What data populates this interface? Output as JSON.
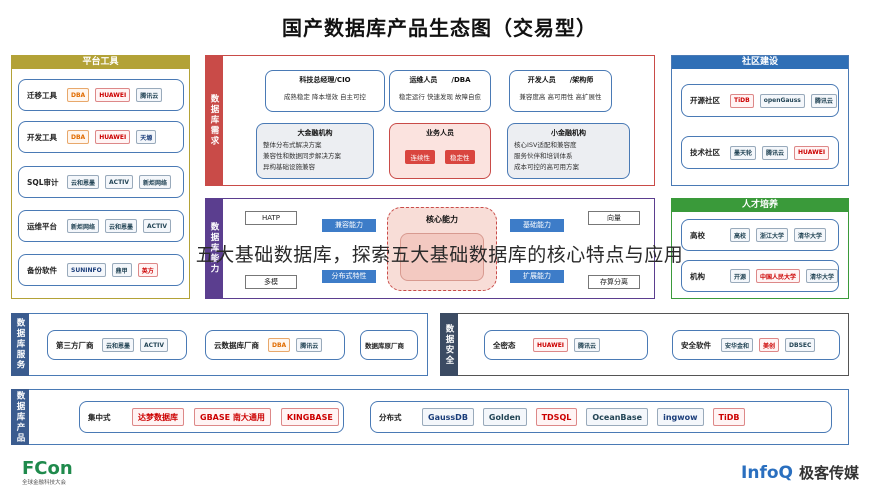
{
  "title": "国产数据库产品生态图（交易型）",
  "overlay_caption": "五大基础数据库，探索五大基础数据库的核心特点与应用",
  "platform_tools": {
    "header": "平台工具",
    "rows": [
      {
        "label": "迁移工具",
        "logos": [
          "DBA",
          "HUAWEI",
          "腾讯云"
        ]
      },
      {
        "label": "开发工具",
        "logos": [
          "DBA",
          "HUAWEI",
          "天塬"
        ]
      },
      {
        "label": "SQL审计",
        "logos": [
          "云和恩墨",
          "ACTIV",
          "新炬网络"
        ]
      },
      {
        "label": "运维平台",
        "logos": [
          "新炬网络",
          "云和恩墨",
          "ACTIV"
        ]
      },
      {
        "label": "备份软件",
        "logos": [
          "SUNINFO",
          "鼎甲",
          "英方"
        ]
      }
    ]
  },
  "demand": {
    "side": "数据库需求",
    "roles": [
      {
        "title": "科技总经理/CIO",
        "desc": "成熟稳定 降本增效 自主可控"
      },
      {
        "title": "运维人员　　/DBA",
        "desc": "稳定运行 快速发现 故障自愈"
      },
      {
        "title": "开发人员　　/架构师",
        "desc": "兼容度高 高可用性 高扩展性"
      }
    ],
    "big_finance": {
      "title": "大金融机构",
      "lines": [
        "整体分布式解决方案",
        "兼容性和数据同步解决方案",
        "异构基础设施兼容"
      ]
    },
    "business": {
      "title": "业务人员",
      "tags": [
        "连续性",
        "稳定性"
      ]
    },
    "small_finance": {
      "title": "小金融机构",
      "lines": [
        "核心ISV适配和兼容度",
        "服务伙伴和培训体系",
        "成本可控的高可用方案"
      ]
    }
  },
  "capability": {
    "side": "数据库能力",
    "left_top": "HATP",
    "left_bottom": "多模",
    "blue_tags": [
      "兼容能力",
      "分布式特性",
      "基础能力",
      "扩展能力"
    ],
    "core_title": "核心能力",
    "right_top": "向量",
    "right_bottom": "存算分离"
  },
  "community": {
    "header": "社区建设",
    "rows": [
      {
        "label": "开源社区",
        "logos": [
          "TiDB",
          "openGauss",
          "腾讯云"
        ]
      },
      {
        "label": "技术社区",
        "logos": [
          "墨天轮",
          "腾讯云",
          "HUAWEI"
        ]
      }
    ]
  },
  "talent": {
    "header": "人才培养",
    "rows": [
      {
        "label": "高校",
        "logos": [
          "高校",
          "浙江大学",
          "清华大学"
        ]
      },
      {
        "label": "机构",
        "logos": [
          "开源",
          "中国人民大学",
          "清华大学"
        ]
      }
    ]
  },
  "services": {
    "side": "数据库服务",
    "groups": [
      {
        "label": "第三方厂商",
        "logos": [
          "云和恩墨",
          "ACTIV"
        ]
      },
      {
        "label": "云数据库厂商",
        "logos": [
          "DBA",
          "腾讯云"
        ]
      },
      {
        "label": "数据库原厂商",
        "logos": []
      }
    ]
  },
  "security": {
    "side": "数据安全",
    "groups": [
      {
        "label": "全密态",
        "logos": [
          "HUAWEI",
          "腾讯云"
        ]
      },
      {
        "label": "安全软件",
        "logos": [
          "安华金和",
          "美创",
          "DBSEC"
        ]
      }
    ]
  },
  "products": {
    "side": "数据库产品",
    "groups": [
      {
        "label": "集中式",
        "logos": [
          "达梦数据库",
          "GBASE 南大通用",
          "KINGBASE"
        ]
      },
      {
        "label": "分布式",
        "logos": [
          "GaussDB",
          "Golden",
          "TDSQL",
          "OceanBase",
          "ingwow",
          "TiDB"
        ]
      }
    ]
  },
  "footer": {
    "left_brand": "FCon",
    "left_sub": "全球金融科技大会",
    "right_brand": "InfoQ",
    "right_cn": "极客传媒"
  }
}
